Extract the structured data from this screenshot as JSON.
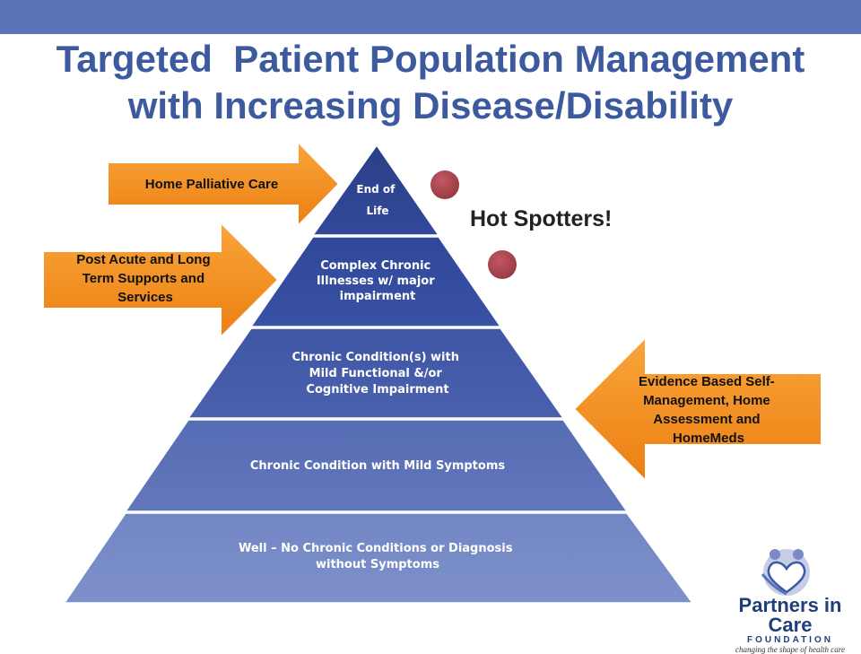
{
  "header": {
    "title_line1": "Targeted  Patient Population Management",
    "title_line2": "with Increasing Disease/Disability"
  },
  "pyramid": {
    "levels": [
      {
        "lines": [
          "End of",
          "Life"
        ]
      },
      {
        "lines": [
          "Complex Chronic",
          "Illnesses w/ major",
          "impairment"
        ]
      },
      {
        "lines": [
          "Chronic Condition(s) with",
          "Mild Functional &/or",
          "Cognitive Impairment"
        ]
      },
      {
        "lines": [
          "Chronic Condition with Mild Symptoms"
        ]
      },
      {
        "lines": [
          "Well – No Chronic Conditions or Diagnosis",
          "without Symptoms"
        ]
      }
    ]
  },
  "arrows": {
    "palliative": {
      "lines": [
        "Home Palliative Care"
      ]
    },
    "post_acute": {
      "lines": [
        "Post Acute and Long",
        "Term Supports and",
        "Services"
      ]
    },
    "evidence": {
      "lines": [
        "Evidence Based Self-",
        "Management, Home",
        "Assessment and",
        "HomeMeds"
      ]
    }
  },
  "hot_spotters": "Hot Spotters!",
  "logo": {
    "name": "Partners in Care",
    "foundation": "FOUNDATION",
    "tagline": "changing the shape of health care"
  },
  "colors": {
    "header_bar": "#5b73b8",
    "title": "#3d5a9e",
    "arrow_fill": "#f5901e",
    "dot": "#b04a55"
  }
}
